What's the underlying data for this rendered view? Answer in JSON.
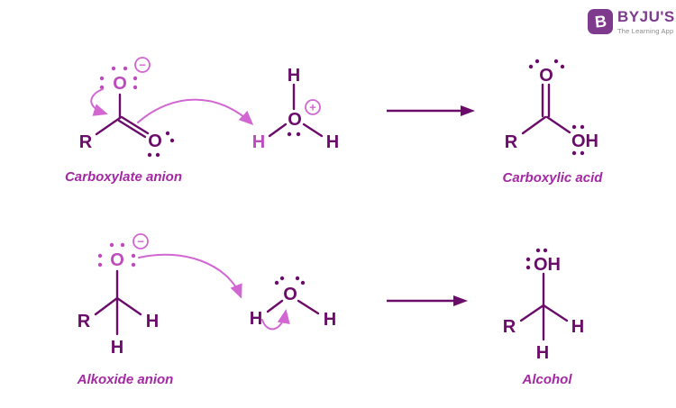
{
  "colors": {
    "dark": "#6B0C6B",
    "pink": "#BE4ABE",
    "lightpink": "#D266D2",
    "label": "#A428A4",
    "logo": "#7E3A8D",
    "tagline": "#8A8A8A"
  },
  "logo": {
    "initial": "B",
    "name": "BYJU'S",
    "tagline": "The Learning App"
  },
  "row1": {
    "carboxylate": {
      "r": "R",
      "o_top": "O",
      "o_bottom": "O",
      "charge": "−",
      "label": "Carboxylate anion"
    },
    "hydronium": {
      "h_top": "H",
      "o": "O",
      "h_left": "H",
      "h_right": "H",
      "charge": "+"
    },
    "product": {
      "r": "R",
      "o_top": "O",
      "oh": "OH",
      "label": "Carboxylic acid"
    }
  },
  "row2": {
    "alkoxide": {
      "o": "O",
      "r": "R",
      "h_right": "H",
      "h_bottom": "H",
      "charge": "−",
      "label": "Alkoxide anion"
    },
    "water": {
      "o": "O",
      "h_left": "H",
      "h_right": "H"
    },
    "product": {
      "oh": "OH",
      "r": "R",
      "h_right": "H",
      "h_bottom": "H",
      "label": "Alcohol"
    }
  }
}
